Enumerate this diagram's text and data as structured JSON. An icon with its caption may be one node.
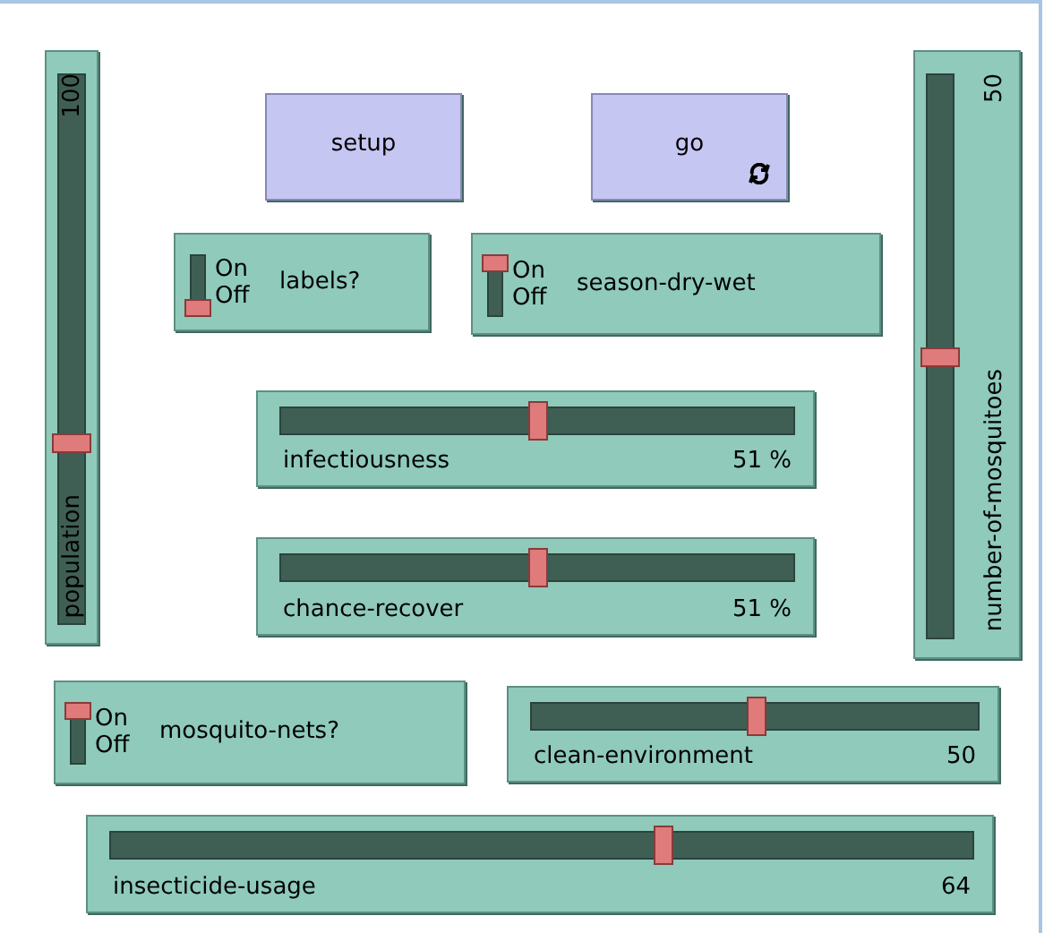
{
  "diagram": {
    "nodes": [
      {
        "text": [
          "population",
          "100"
        ]
      },
      {
        "text": [
          "setup"
        ]
      },
      {
        "text": [
          "go"
        ]
      },
      {
        "text": [
          "number-of-mosquitoes",
          "50"
        ]
      },
      {
        "text": [
          "On",
          "Off",
          "labels?"
        ]
      },
      {
        "text": [
          "On",
          "Off",
          "season-dry-wet"
        ]
      },
      {
        "text": [
          "infectiousness",
          "51 %"
        ]
      },
      {
        "text": [
          "chance-recover",
          "51 %"
        ]
      },
      {
        "text": [
          "On",
          "Off",
          "mosquito-nets?"
        ]
      },
      {
        "text": [
          "clean-environment",
          "50"
        ]
      },
      {
        "text": [
          "insecticide-usage",
          "64"
        ]
      }
    ]
  }
}
